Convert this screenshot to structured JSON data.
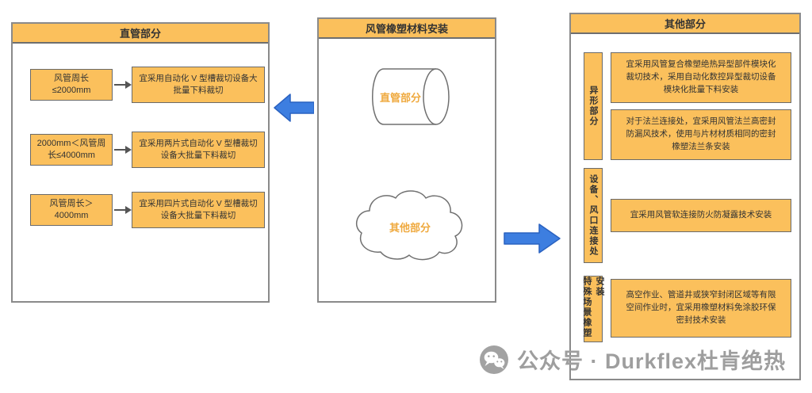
{
  "colors": {
    "orange": "#FBC05C",
    "box-border": "#6a6a6a",
    "panel-border": "#8a8a8a",
    "blue": "#3D7EE0",
    "blue-dark": "#2a62c0",
    "shape-label": "#EFA93E",
    "watermark": "#9e9e9e"
  },
  "left_panel": {
    "title": "直管部分",
    "rows": [
      {
        "condition": "风管周长\n≤2000mm",
        "action": "宜采用自动化 V 型槽裁切设备大\n批量下料裁切"
      },
      {
        "condition": "2000mm＜风管周\n长≤4000mm",
        "action": "宜采用两片式自动化 V 型槽裁切\n设备大批量下料裁切"
      },
      {
        "condition": "风管周长＞\n4000mm",
        "action": "宜采用四片式自动化 V 型槽裁切\n设备大批量下料裁切"
      }
    ]
  },
  "center_panel": {
    "title": "风管橡塑材料安装",
    "cylinder_label": "直管部分",
    "cloud_label": "其他部分"
  },
  "right_panel": {
    "title": "其他部分",
    "sections": [
      {
        "label": "异形部分",
        "items": [
          "宜采用风管复合橡塑绝热异型部件模块化\n裁切技术，采用自动化数控异型裁切设备\n模块化批量下料安装",
          "对于法兰连接处，宜采用风管法兰高密封\n防漏风技术，使用与片材材质相同的密封\n橡塑法兰条安装"
        ]
      },
      {
        "label": "设备、风口连接处",
        "items": [
          "宜采用风管软连接防火防凝露技术安装"
        ]
      },
      {
        "label": "特殊场景橡塑安装",
        "items": [
          "高空作业、管道井或狭窄封闭区域等有限\n空间作业时，宜采用橡塑材料免涂胶环保\n密封技术安装"
        ]
      }
    ]
  },
  "watermark": {
    "text": "公众号 · Durkflex杜肯绝热"
  }
}
